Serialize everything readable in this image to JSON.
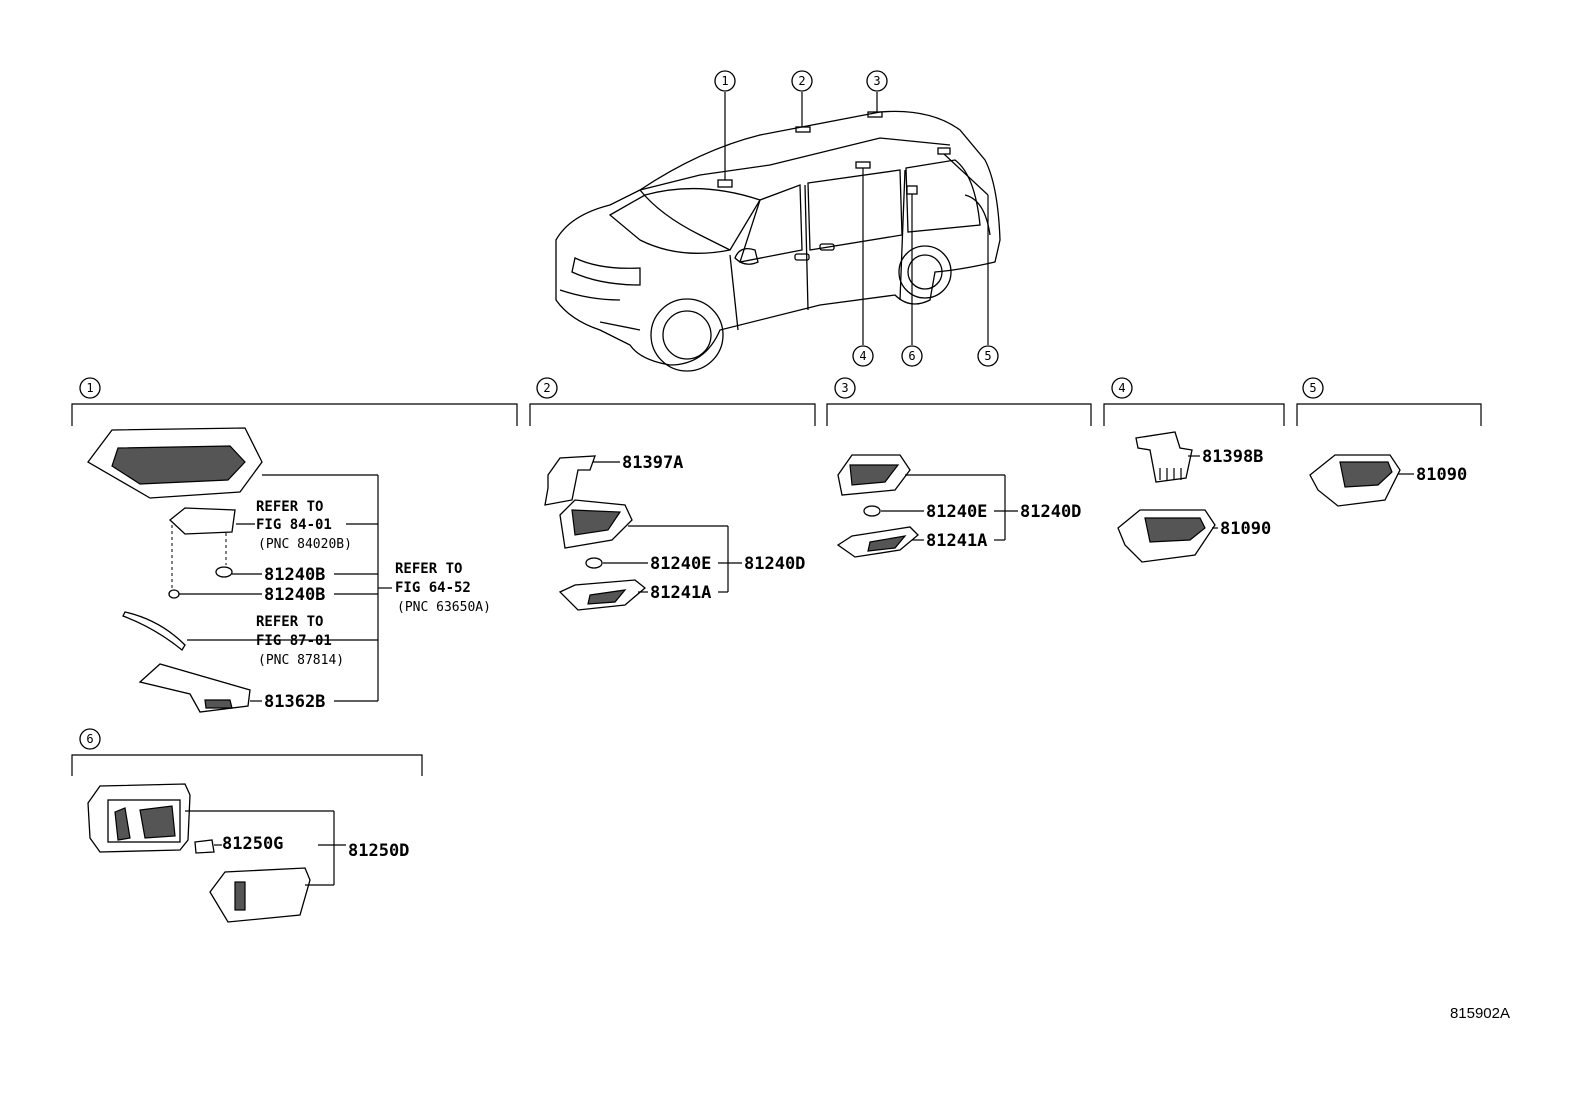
{
  "diagram_code": "815902A",
  "car_callouts": [
    "1",
    "2",
    "3",
    "4",
    "6",
    "5"
  ],
  "groups": [
    {
      "id": "1",
      "label": "1"
    },
    {
      "id": "2",
      "label": "2"
    },
    {
      "id": "3",
      "label": "3"
    },
    {
      "id": "4",
      "label": "4"
    },
    {
      "id": "5",
      "label": "5"
    },
    {
      "id": "6",
      "label": "6"
    }
  ],
  "group1": {
    "ref1": {
      "line1": "REFER TO",
      "line2": "FIG 84-01",
      "line3": "(PNC 84020B)"
    },
    "ref2": {
      "line1": "REFER TO",
      "line2": "FIG 64-52",
      "line3": "(PNC 63650A)"
    },
    "ref3": {
      "line1": "REFER TO",
      "line2": "FIG 87-01",
      "line3": "(PNC 87814)"
    },
    "bulb_a": "81240B",
    "bulb_b": "81240B",
    "bracket": "81362B"
  },
  "group2": {
    "cover": "81397A",
    "bulb": "81240E",
    "assembly": "81240D",
    "lens": "81241A"
  },
  "group3": {
    "bulb": "81240E",
    "assembly": "81240D",
    "lens": "81241A"
  },
  "group4": {
    "bracket": "81398B",
    "lamp": "81090"
  },
  "group5": {
    "lamp": "81090"
  },
  "group6": {
    "bulb": "81250G",
    "assembly": "81250D"
  }
}
